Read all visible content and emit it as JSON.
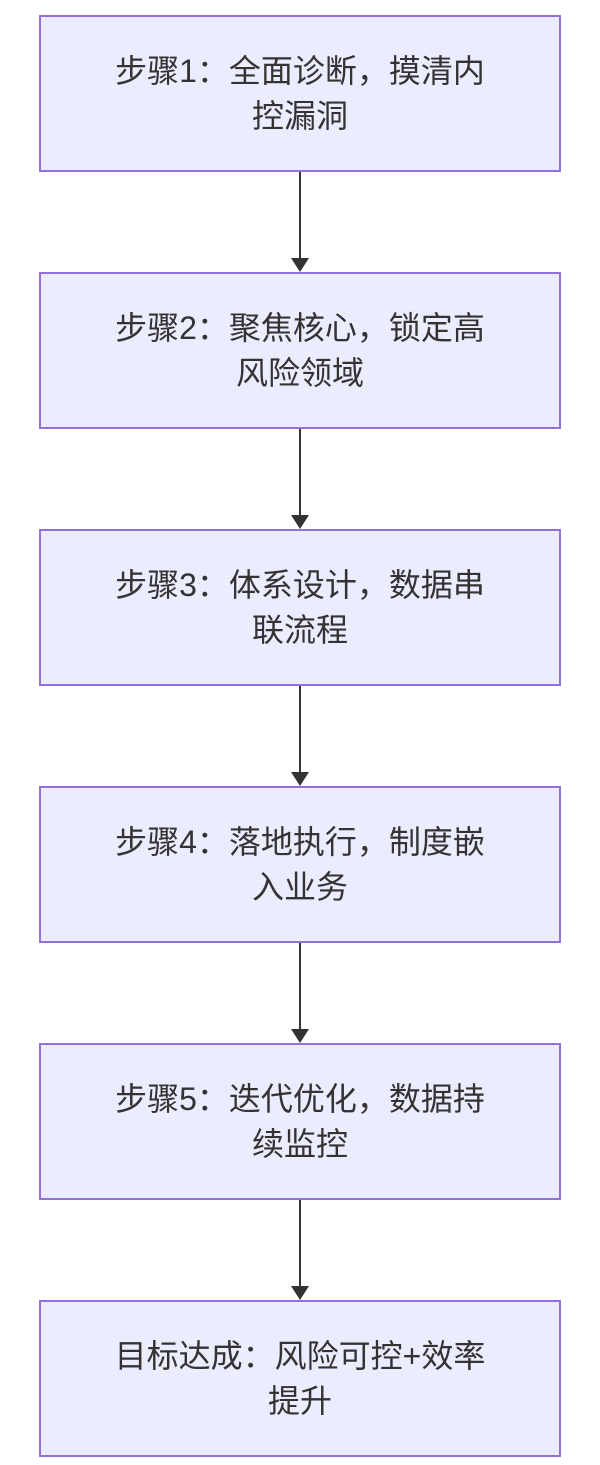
{
  "colors": {
    "background": "#ffffff",
    "node_fill": "#ECECFF",
    "node_border": "#9370DB",
    "text": "#333333",
    "arrow": "#333333"
  },
  "flowchart": {
    "type": "vertical-flow",
    "direction": "top-down",
    "nodes": [
      {
        "id": "step-1",
        "label": "步骤1：全面诊断，摸清内控漏洞",
        "lines": [
          "步骤1：全面诊断，摸清内",
          "控漏洞"
        ]
      },
      {
        "id": "step-2",
        "label": "步骤2：聚焦核心，锁定高风险领域",
        "lines": [
          "步骤2：聚焦核心，锁定高",
          "风险领域"
        ]
      },
      {
        "id": "step-3",
        "label": "步骤3：体系设计，数据串联流程",
        "lines": [
          "步骤3：体系设计，数据串",
          "联流程"
        ]
      },
      {
        "id": "step-4",
        "label": "步骤4：落地执行，制度嵌入业务",
        "lines": [
          "步骤4：落地执行，制度嵌",
          "入业务"
        ]
      },
      {
        "id": "step-5",
        "label": "步骤5：迭代优化，数据持续监控",
        "lines": [
          "步骤5：迭代优化，数据持",
          "续监控"
        ]
      },
      {
        "id": "goal",
        "label": "目标达成：风险可控+效率提升",
        "lines": [
          "目标达成：风险可控+效率",
          "提升"
        ]
      }
    ],
    "connections": [
      {
        "from": "step-1",
        "to": "step-2"
      },
      {
        "from": "step-2",
        "to": "step-3"
      },
      {
        "from": "step-3",
        "to": "step-4"
      },
      {
        "from": "step-4",
        "to": "step-5"
      },
      {
        "from": "step-5",
        "to": "goal"
      }
    ]
  }
}
